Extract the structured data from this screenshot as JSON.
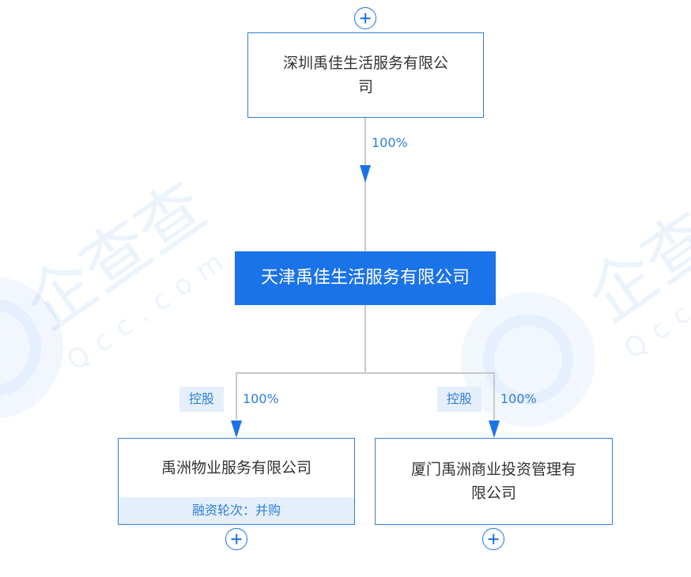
{
  "colors": {
    "accent": "#1a73e8",
    "border": "#2f7fd6",
    "connector": "#c9c9c9",
    "tag_bg": "#e5effb"
  },
  "watermark": {
    "logo_text": "企查查",
    "url_text": "Qcc.com"
  },
  "parent": {
    "name_line1": "深圳禹佳生活服务有限公",
    "name_line2": "司",
    "expand_icon": "plus-circle-icon"
  },
  "link_parent": {
    "percent": "100%"
  },
  "focus": {
    "name": "天津禹佳生活服务有限公司"
  },
  "children": [
    {
      "tag": "控股",
      "percent": "100%",
      "name": "禹洲物业服务有限公司",
      "footer": "融资轮次：并购",
      "expand_icon": "plus-circle-icon"
    },
    {
      "tag": "控股",
      "percent": "100%",
      "name_line1": "厦门禹洲商业投资管理有",
      "name_line2": "限公司",
      "expand_icon": "plus-circle-icon"
    }
  ]
}
